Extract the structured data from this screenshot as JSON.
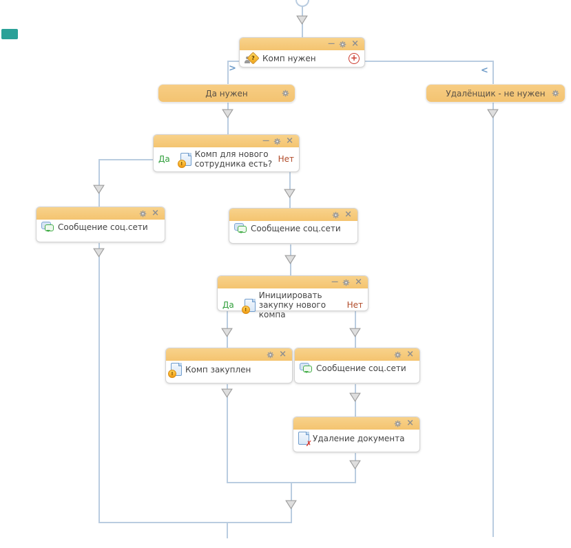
{
  "colors": {
    "node_header": "#f6ca7e",
    "bar_fill": "#f5c97c",
    "connector_line": "#b9cce0",
    "yes_green": "#2f9e3a",
    "no_red": "#b04a28",
    "add_connection_red": "#cc3b2f",
    "teal_fragment": "#2aa198"
  },
  "icons": {
    "minimize": "—",
    "close": "×",
    "chevron_right": ">",
    "chevron_left": "<",
    "plus": "+",
    "question_mark": "?",
    "exclamation_mark": "!",
    "delete_cross": "✗"
  },
  "nodes": {
    "komp_nuzhen": {
      "title": "Комп нужен"
    },
    "komp_dlya_novogo": {
      "title": "Комп для нового сотрудника есть?",
      "yes_label": "Да",
      "no_label": "Нет"
    },
    "soobshchenie_left": {
      "title": "Сообщение соц.сети"
    },
    "soobshchenie_mid": {
      "title": "Сообщение соц.сети"
    },
    "initsiirovat_zakupku": {
      "title": "Инициировать закупку нового компа",
      "yes_label": "Да",
      "no_label": "Нет"
    },
    "komp_zakuplen": {
      "title": "Комп закуплен"
    },
    "soobshchenie_right": {
      "title": "Сообщение соц.сети"
    },
    "udalenie_dokumenta": {
      "title": "Удаление документа"
    }
  },
  "edge_labels": {
    "da_nuzhen": "Да нужен",
    "udalyonshchik_ne_nuzhen": "Удалёнщик - не нужен"
  }
}
